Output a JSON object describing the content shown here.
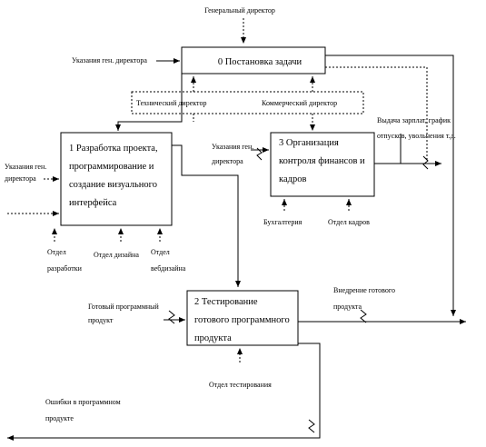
{
  "diagram": {
    "top_label": "Генеральный директор",
    "boxes": {
      "box0": "0 Постановка задачи",
      "box1": [
        "1 Разработка проекта,",
        "программирование и",
        "создание визуального",
        "интерфейса"
      ],
      "box2": [
        "2 Тестирование",
        "готового программного",
        "продукта"
      ],
      "box3": [
        "3 Организация",
        "контроля финансов и",
        "кадров"
      ]
    },
    "tech_director": "Технический директор",
    "exec_director": "Коммерческий директор",
    "labels": {
      "gen_dir_instructions": "Указания ген. директора",
      "gen_dir_instructions_left": [
        "Указания ген.",
        "директора"
      ],
      "gen_dir_instructions_box3": [
        "Указания ген.",
        "директора"
      ],
      "issue": [
        "Выдача зарплат, график",
        "отпусков, увольнения т.д."
      ],
      "dept_dev": [
        "Отдел",
        "разработки"
      ],
      "dept_design": "Отдел дизайна",
      "dept_web": [
        "Отдел",
        "вебдизайна"
      ],
      "accounting": "Бухгалтерия",
      "hr": "Отдел кадров",
      "finished_product": [
        "Готовый программный",
        "продукт"
      ],
      "deploy": [
        "Внедрение готового",
        "продукта"
      ],
      "testing_dept": "Отдел тестирования",
      "errors": [
        "Ошибки в программном",
        "продукте"
      ]
    }
  }
}
